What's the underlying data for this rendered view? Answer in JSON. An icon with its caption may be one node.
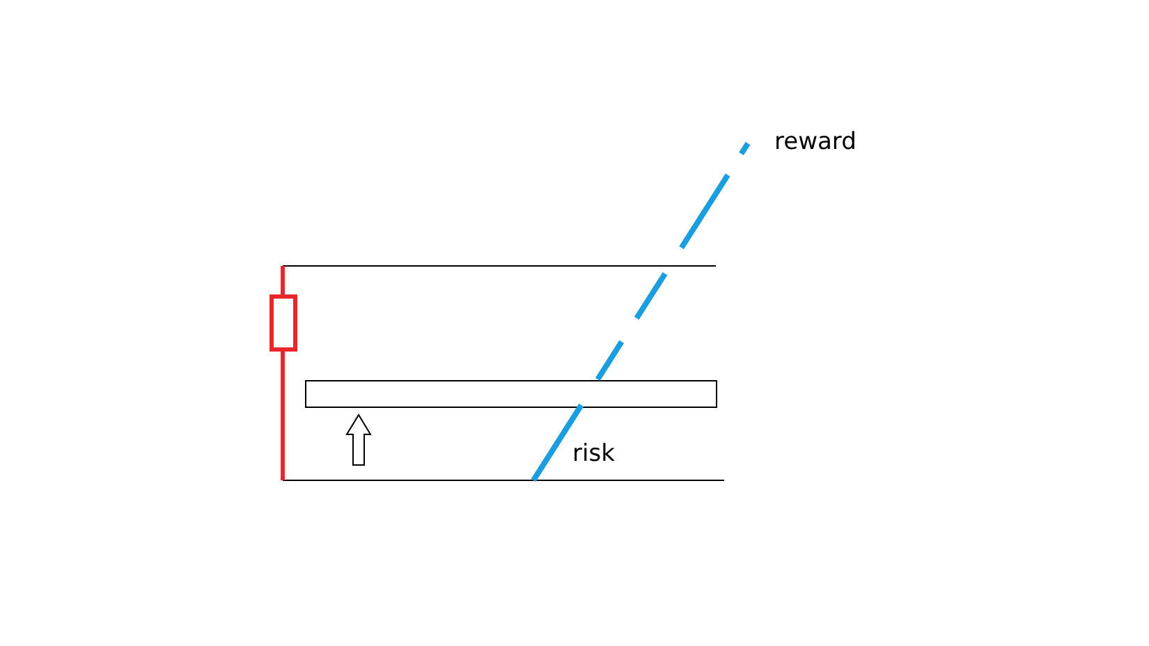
{
  "diagram": {
    "nodes": [
      {
        "text": [],
        "shape": "bar"
      }
    ],
    "labels": [
      "reward",
      "risk"
    ]
  }
}
